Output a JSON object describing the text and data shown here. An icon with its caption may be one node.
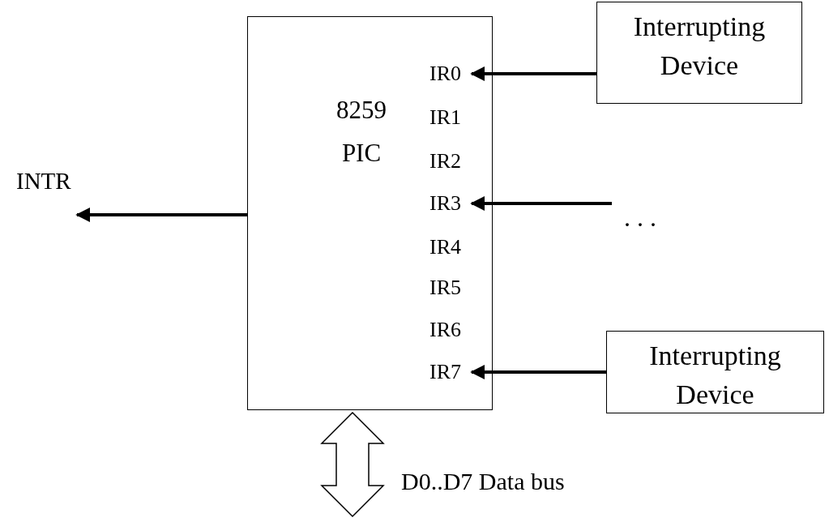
{
  "diagram": {
    "nodes": [
      {
        "text": [
          "8259 PIC"
        ]
      },
      {
        "text": [
          "IR0"
        ],
        "in": 0
      },
      {
        "text": [
          "IR1"
        ],
        "in": 0
      },
      {
        "text": [
          "IR2"
        ],
        "in": 0
      },
      {
        "text": [
          "IR3"
        ],
        "in": 0
      },
      {
        "text": [
          "IR4"
        ],
        "in": 0
      },
      {
        "text": [
          "IR5"
        ],
        "in": 0
      },
      {
        "text": [
          "IR6"
        ],
        "in": 0
      },
      {
        "text": [
          "IR7"
        ],
        "in": 0
      },
      {
        "text": [
          "Interrupting Device"
        ]
      },
      {
        "text": [
          "Interrupting Device"
        ]
      }
    ],
    "edges": [
      {
        "from": 0,
        "to": null,
        "arrow": "to",
        "label": "INTR"
      },
      {
        "from": 9,
        "to": 1,
        "arrow": "to"
      },
      {
        "from": null,
        "to": 4,
        "arrow": "to"
      },
      {
        "from": 10,
        "to": 8,
        "arrow": "to"
      },
      {
        "from": 0,
        "to": null,
        "arrow": "both",
        "style": "thick",
        "label": "D0..D7 Data bus"
      }
    ],
    "labels": [
      ". . ."
    ]
  }
}
